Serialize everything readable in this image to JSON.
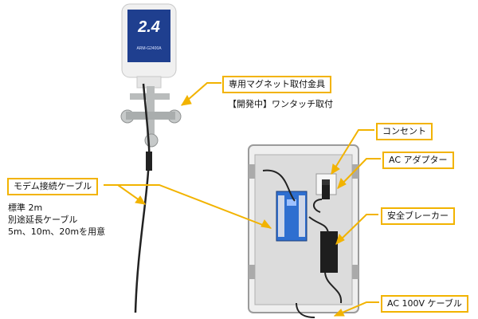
{
  "device_model": "2.4",
  "device_sub": "ARM-G2400A",
  "callouts": {
    "magnet_mount": "専用マグネット取付金具",
    "magnet_note": "【開発中】ワンタッチ取付",
    "modem_cable": "モデム接続ケーブル",
    "cable_standard": "標準 2m",
    "cable_extension": "別途延長ケーブル",
    "cable_lengths": "5m、10m、20mを用意",
    "outlet": "コンセント",
    "ac_adapter": "AC アダプター",
    "breaker": "安全ブレーカー",
    "ac_cable": "AC 100V ケーブル"
  },
  "colors": {
    "callout_border": "#f2b300",
    "arrow": "#f2b300",
    "device_blue": "#1f3f8f",
    "modem_blue": "#2f6fd0"
  }
}
